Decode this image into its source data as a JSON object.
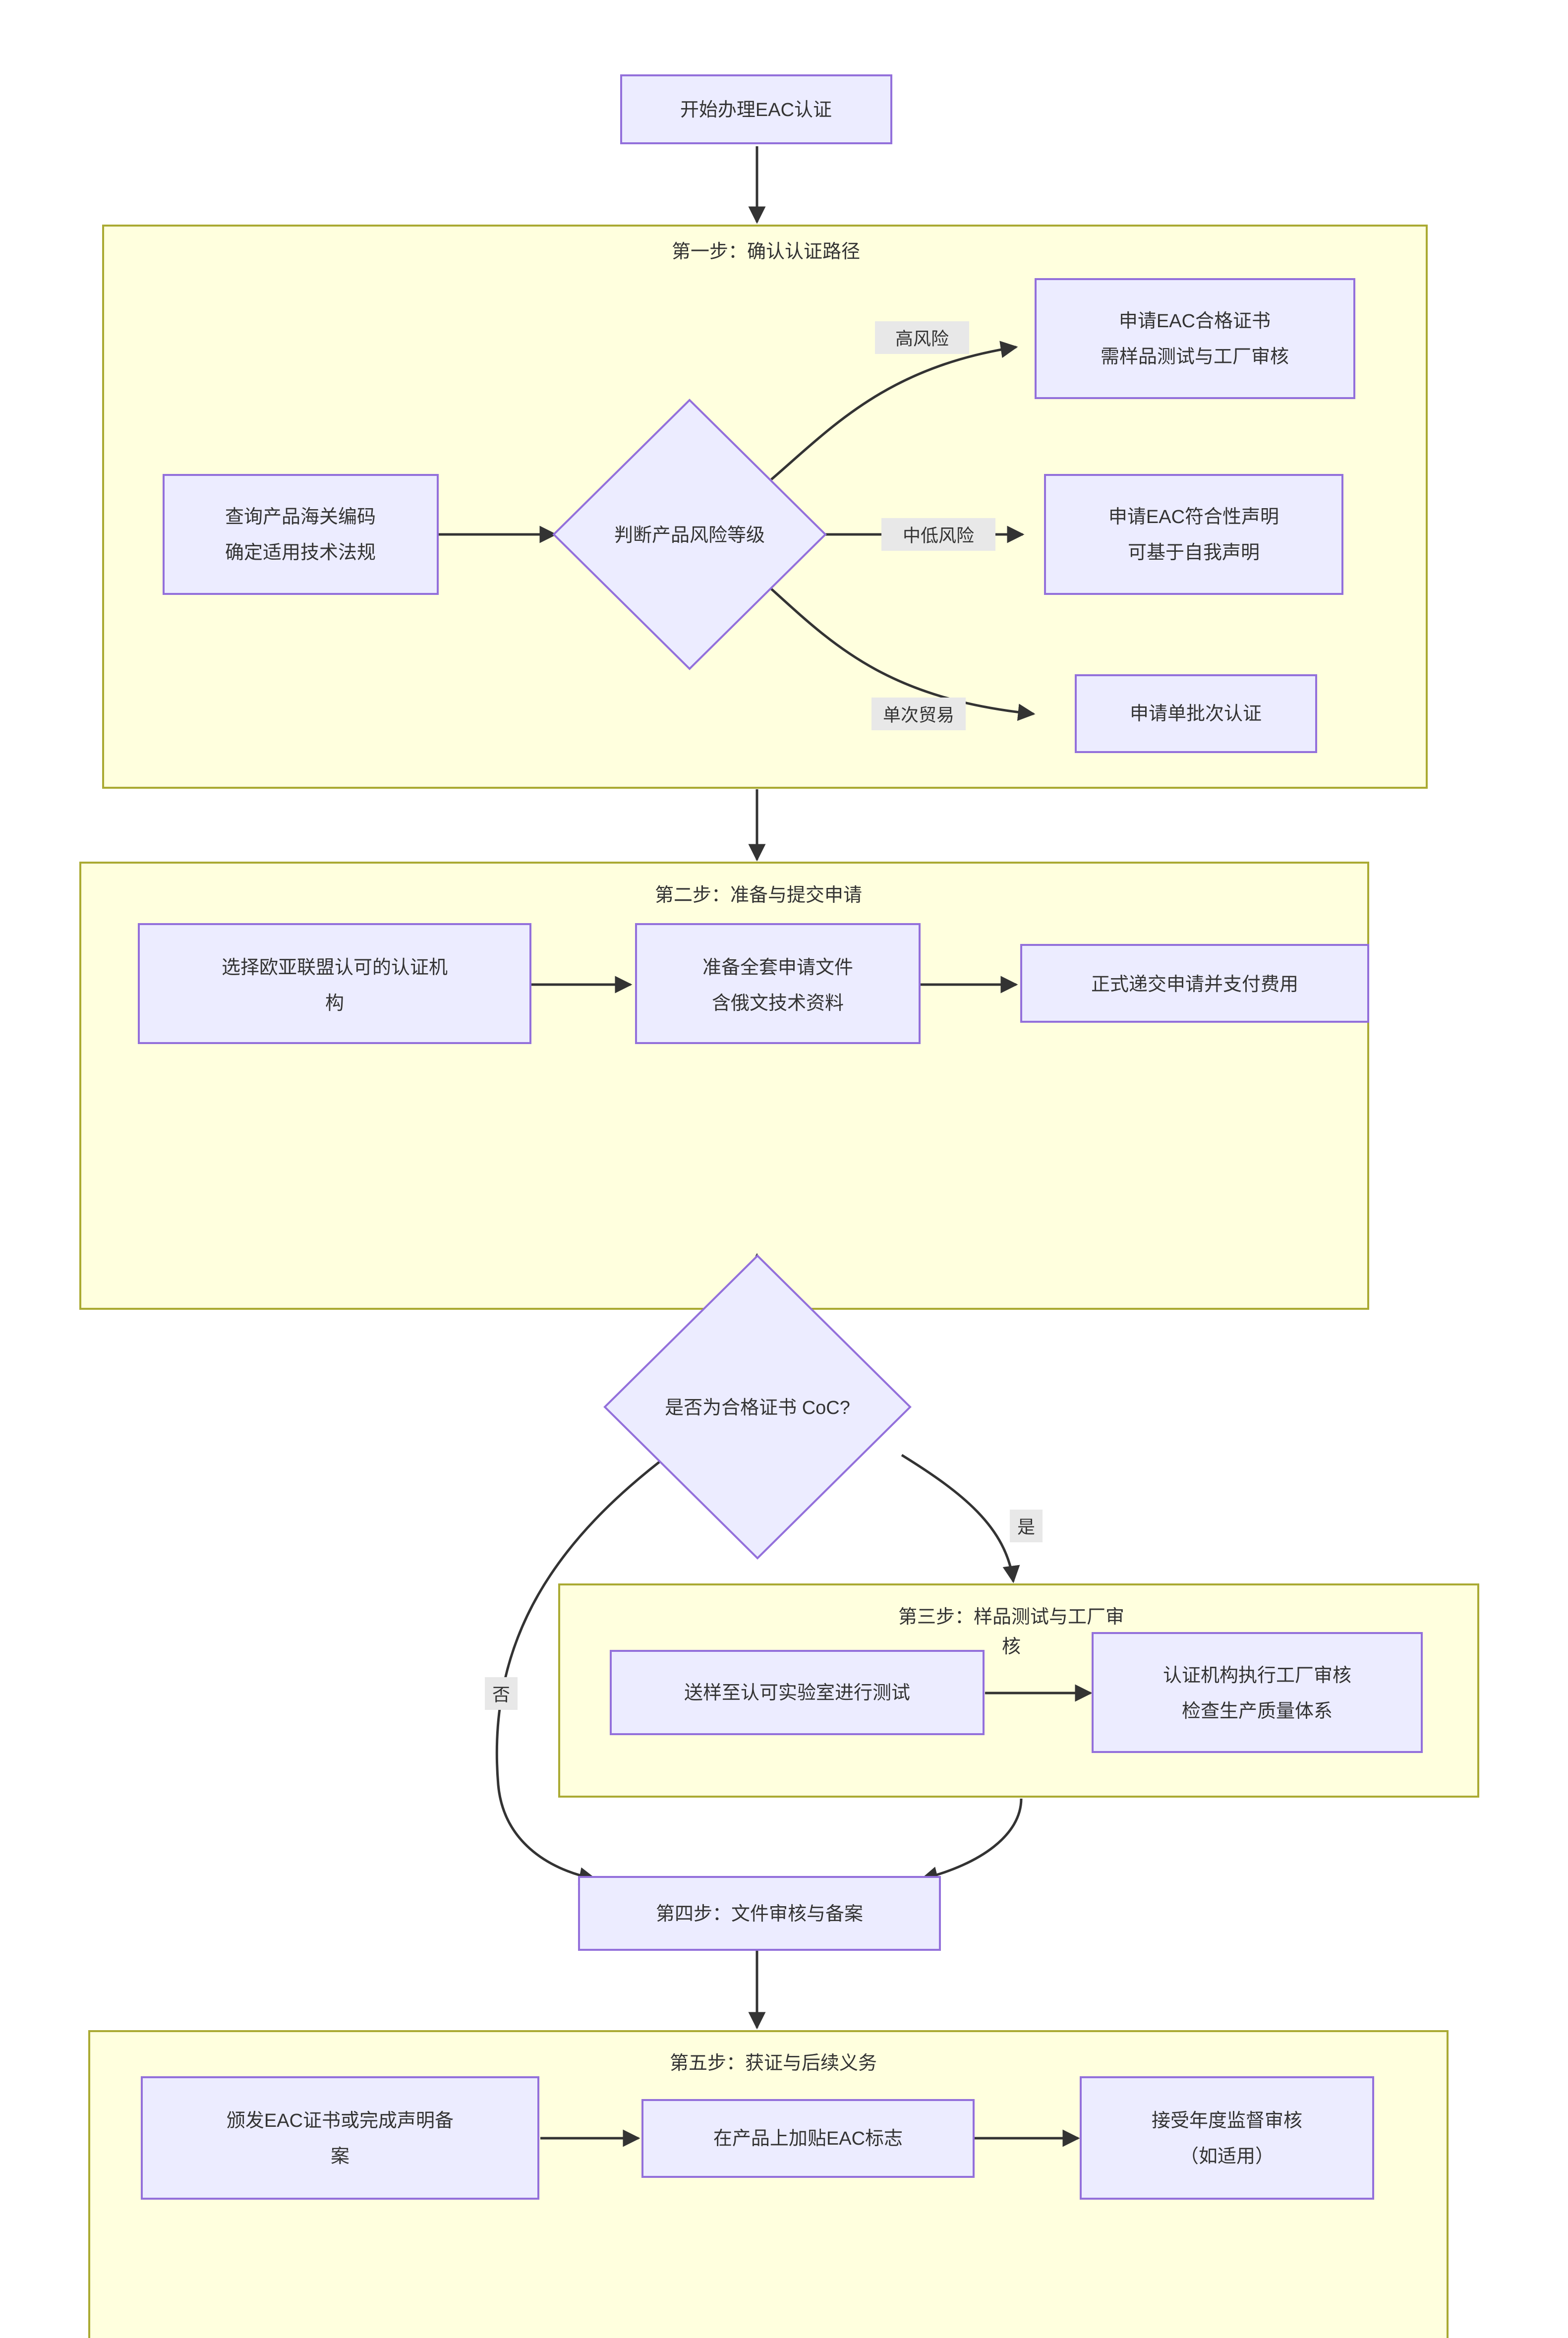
{
  "diagram": {
    "type": "flowchart",
    "direction": "top-to-bottom",
    "title_node": "开始办理EAC认证",
    "colors": {
      "node_fill": "#ececff",
      "node_stroke": "#9370db",
      "cluster_fill": "#ffffde",
      "cluster_stroke": "#aaaa33",
      "edge_stroke": "#333333",
      "edge_label_bg": "#e8e8e8",
      "text": "#333333",
      "background": "#ffffff"
    }
  },
  "start": {
    "label": "开始办理EAC认证"
  },
  "clusters": [
    {
      "id": "step1",
      "label": "第一步：确认认证路径"
    },
    {
      "id": "step2",
      "label": "第二步：准备与提交申请"
    },
    {
      "id": "step3",
      "label_line1": "第三步：样品测试与工厂审",
      "label_line2": "核"
    },
    {
      "id": "step5",
      "label": "第五步：获证与后续义务"
    }
  ],
  "nodes": {
    "hs_code": {
      "line1": "查询产品海关编码",
      "line2": "确定适用技术法规"
    },
    "risk_decision": {
      "label": "判断产品风险等级"
    },
    "coc_apply": {
      "line1": "申请EAC合格证书",
      "line2": "需样品测试与工厂审核"
    },
    "doc_apply": {
      "line1": "申请EAC符合性声明",
      "line2": "可基于自我声明"
    },
    "single_batch": {
      "label": "申请单批次认证"
    },
    "choose_body": {
      "line1": "选择欧亚联盟认可的认证机",
      "line2": "构"
    },
    "prepare_docs": {
      "line1": "准备全套申请文件",
      "line2": "含俄文技术资料"
    },
    "submit_pay": {
      "label": "正式递交申请并支付费用"
    },
    "coc_question": {
      "label": "是否为合格证书 CoC?"
    },
    "lab_test": {
      "label": "送样至认可实验室进行测试"
    },
    "factory_audit": {
      "line1": "认证机构执行工厂审核",
      "line2": "检查生产质量体系"
    },
    "step4": {
      "label": "第四步：文件审核与备案"
    },
    "issue_cert": {
      "line1": "颁发EAC证书或完成声明备",
      "line2": "案"
    },
    "affix_mark": {
      "label": "在产品上加贴EAC标志"
    },
    "annual_audit": {
      "line1": "接受年度监督审核",
      "line2": "（如适用）"
    }
  },
  "edge_labels": {
    "high_risk": "高风险",
    "mid_low_risk": "中低风险",
    "single_trade": "单次贸易",
    "yes": "是",
    "no": "否"
  }
}
